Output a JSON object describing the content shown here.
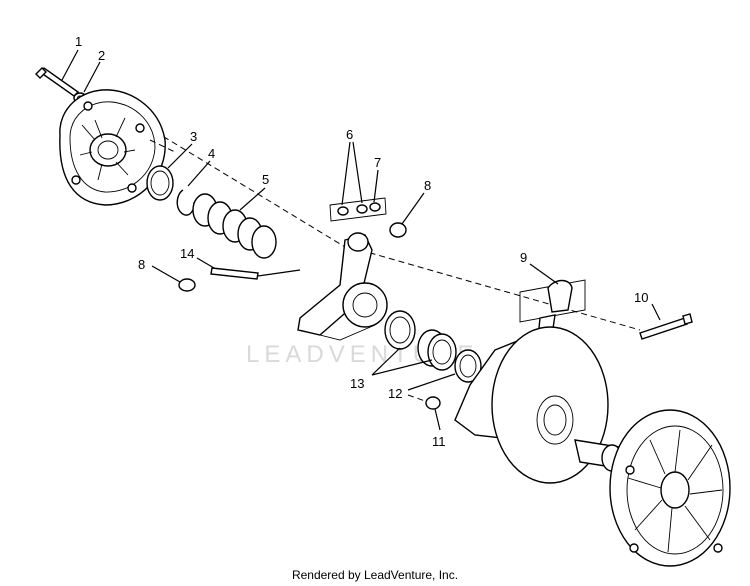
{
  "diagram": {
    "callouts": [
      {
        "id": "c1",
        "text": "1"
      },
      {
        "id": "c2",
        "text": "2"
      },
      {
        "id": "c3",
        "text": "3"
      },
      {
        "id": "c4",
        "text": "4"
      },
      {
        "id": "c5",
        "text": "5"
      },
      {
        "id": "c6",
        "text": "6"
      },
      {
        "id": "c7",
        "text": "7"
      },
      {
        "id": "c8a",
        "text": "8"
      },
      {
        "id": "c8b",
        "text": "8"
      },
      {
        "id": "c9",
        "text": "9"
      },
      {
        "id": "c10",
        "text": "10"
      },
      {
        "id": "c11",
        "text": "11"
      },
      {
        "id": "c12",
        "text": "12"
      },
      {
        "id": "c13",
        "text": "13"
      },
      {
        "id": "c14",
        "text": "14"
      }
    ],
    "watermark": "LEADVENTURE",
    "footer": "Rendered by LeadVenture, Inc."
  }
}
